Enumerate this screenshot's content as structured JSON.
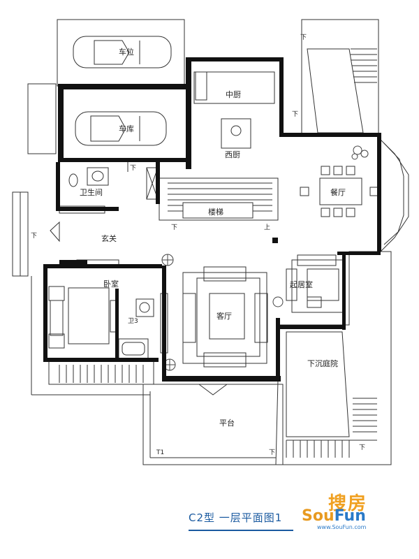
{
  "rooms": {
    "parking": "车位",
    "garage": "车库",
    "chinese_kitchen": "中厨",
    "western_kitchen": "西厨",
    "bathroom": "卫生间",
    "stairs": "楼梯",
    "dining": "餐厅",
    "foyer": "玄关",
    "bedroom": "卧室",
    "living": "客厅",
    "family_room": "起居室",
    "sunken_courtyard": "下沉庭院",
    "terrace": "平台"
  },
  "annotations": {
    "down": "下",
    "up": "上",
    "bath_mark": "卫3",
    "terrace_mark": "T1"
  },
  "caption": "C2型  一层平面图1",
  "logo": {
    "cn": "搜房",
    "en_left": "Sou",
    "en_right": "Fun",
    "url": "www.SouFun.com"
  },
  "colors": {
    "wall": "#111111",
    "line": "#333333",
    "caption": "#1a5aa0",
    "logo_orange": "#f0a020",
    "logo_blue": "#2a7ac8"
  }
}
